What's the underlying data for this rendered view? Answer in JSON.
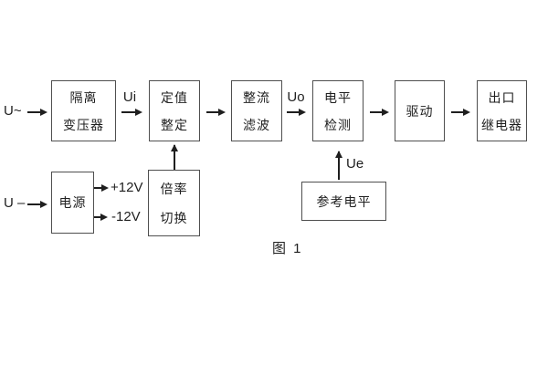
{
  "diagram": {
    "caption": "图 1",
    "inputs": {
      "ac_label": "U~",
      "dc_label": "U –"
    },
    "signal_labels": {
      "ui": "Ui",
      "uo": "Uo",
      "ue": "Ue"
    },
    "power_outputs": {
      "positive": "+12V",
      "negative": "-12V"
    },
    "boxes": {
      "isolation_transformer": {
        "line1": "隔离",
        "line2": "变压器"
      },
      "value_setting": {
        "line1": "定值",
        "line2": "整定"
      },
      "rectifier_filter": {
        "line1": "整流",
        "line2": "滤波"
      },
      "level_detection": {
        "line1": "电平",
        "line2": "检测"
      },
      "drive": {
        "line1": "驱动"
      },
      "output_relay": {
        "line1": "出口",
        "line2": "继电器"
      },
      "power_supply": {
        "line1": "电源"
      },
      "ratio_switch": {
        "line1": "倍率",
        "line2": "切换"
      },
      "reference_level": {
        "line1": "参考电平"
      }
    },
    "colors": {
      "background": "#ffffff",
      "line": "#1f1f1f",
      "box_border": "#4f4f4f"
    }
  }
}
